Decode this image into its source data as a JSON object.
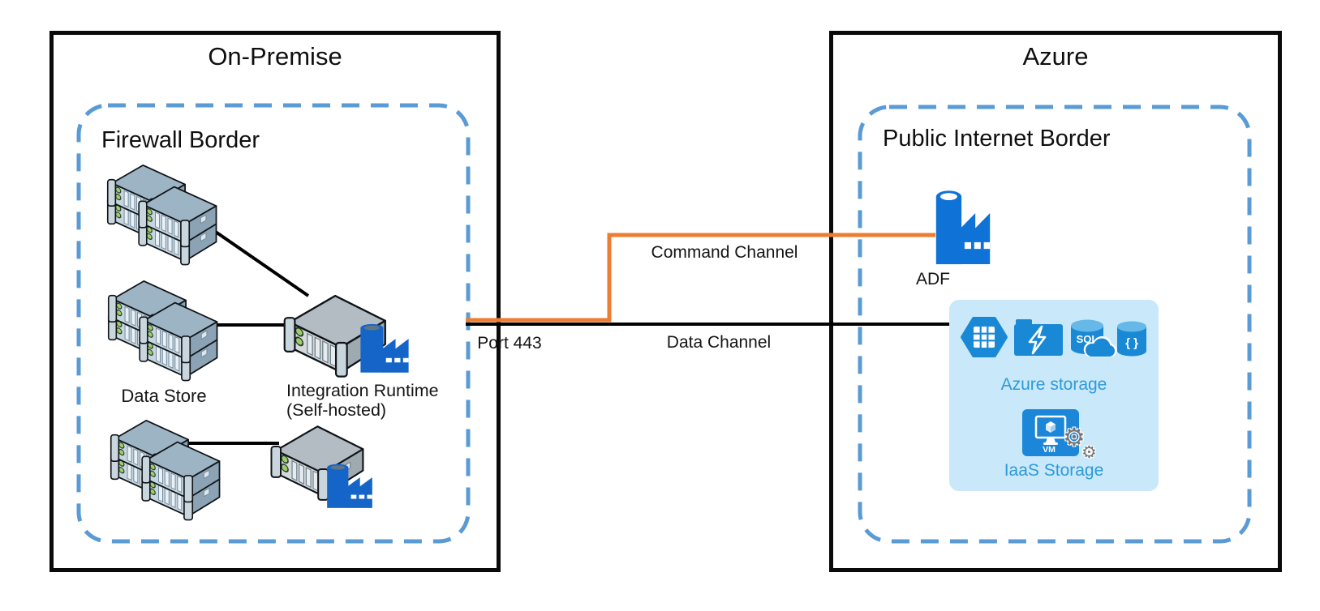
{
  "zones": {
    "on_premise": {
      "title": "On-Premise",
      "border_label": "Firewall Border",
      "nodes": {
        "data_store": {
          "label": "Data Store"
        },
        "integration_runtime": {
          "label_line1": "Integration Runtime",
          "label_line2": "(Self-hosted)"
        }
      }
    },
    "azure": {
      "title": "Azure",
      "border_label": "Public Internet Border",
      "nodes": {
        "adf": {
          "label": "ADF"
        },
        "storage": {
          "azure_storage_label": "Azure storage",
          "iaas_storage_label": "IaaS Storage",
          "sql_text": "SQL",
          "braces_text": "{ }",
          "vm_text": "VM"
        }
      }
    }
  },
  "connections": {
    "command_channel": {
      "label": "Command Channel",
      "color": "#ED7D31"
    },
    "data_channel": {
      "label": "Data Channel",
      "color": "#000000"
    },
    "port": {
      "label": "Port 443"
    }
  },
  "icons": {
    "gear_glyph": "⚙",
    "adf": "factory-icon",
    "integration_runtime": "rack-server-factory-icon",
    "data_store": "server-stack-icon",
    "table_storage": "hexagon-grid-icon",
    "blob_storage": "folder-lightning-icon",
    "sql_db": "sql-database-cloud-icon",
    "nosql_db": "braces-database-icon",
    "vm": "virtual-machine-icon"
  },
  "colors": {
    "zone_border": "#0A0A0A",
    "dashed_border": "#5B9BD5",
    "command_orange": "#ED7D31",
    "data_black": "#000000",
    "factory_blue": "#1565C8",
    "adf_blue": "#0E72D6",
    "storage_icon_blue": "#1989D6",
    "storage_panel_bg": "#C9E8F9",
    "storage_text_blue": "#2D9BD8"
  }
}
